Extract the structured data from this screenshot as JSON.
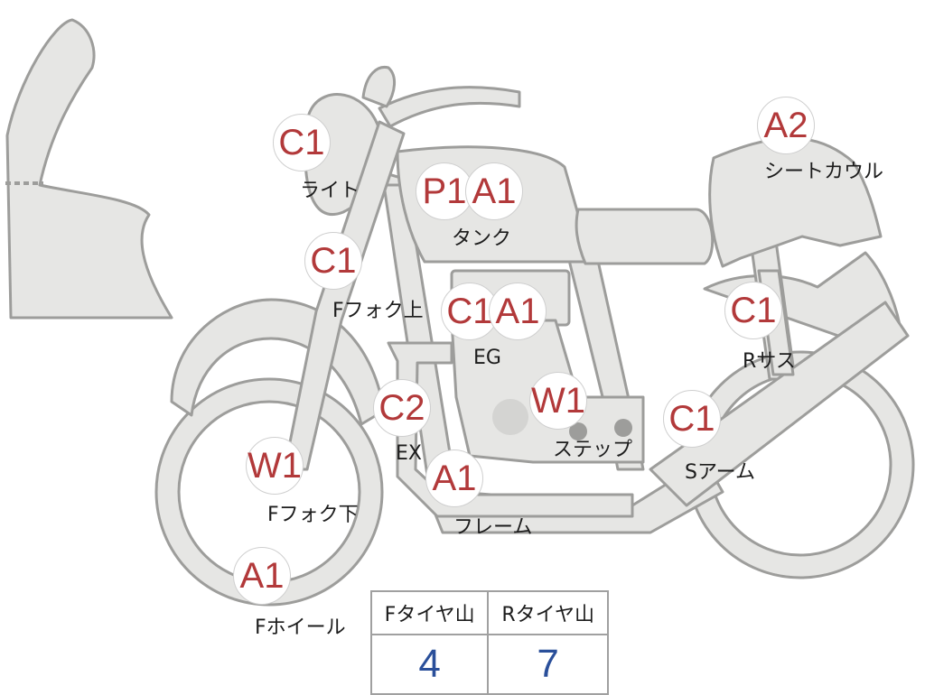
{
  "parts": [
    {
      "id": "light",
      "code": "C1",
      "label": "ライト"
    },
    {
      "id": "tank",
      "code": "P1 A1",
      "label": "タンク"
    },
    {
      "id": "seat-cowl",
      "code": "A2",
      "label": "シートカウル"
    },
    {
      "id": "fork-upper",
      "code": "C1",
      "label": "Fフォク上"
    },
    {
      "id": "engine",
      "code": "C1 A1",
      "label": "EG"
    },
    {
      "id": "rear-sus",
      "code": "C1",
      "label": "Rサス"
    },
    {
      "id": "exhaust",
      "code": "C2",
      "label": "EX"
    },
    {
      "id": "step",
      "code": "W1",
      "label": "ステップ"
    },
    {
      "id": "swing-arm",
      "code": "C1",
      "label": "Sアーム"
    },
    {
      "id": "fork-lower",
      "code": "W1",
      "label": "Fフォク下"
    },
    {
      "id": "frame",
      "code": "A1",
      "label": "フレーム"
    },
    {
      "id": "front-wheel",
      "code": "A1",
      "label": "Fホイール"
    }
  ],
  "tire_table": {
    "headers": [
      "Fタイヤ山",
      "Rタイヤ山"
    ],
    "values": [
      "4",
      "7"
    ]
  },
  "colors": {
    "part_fill": "#e6e6e4",
    "part_stroke": "#9d9d9b",
    "code_text": "#b2393a",
    "tire_value_text": "#2a4f9a"
  }
}
